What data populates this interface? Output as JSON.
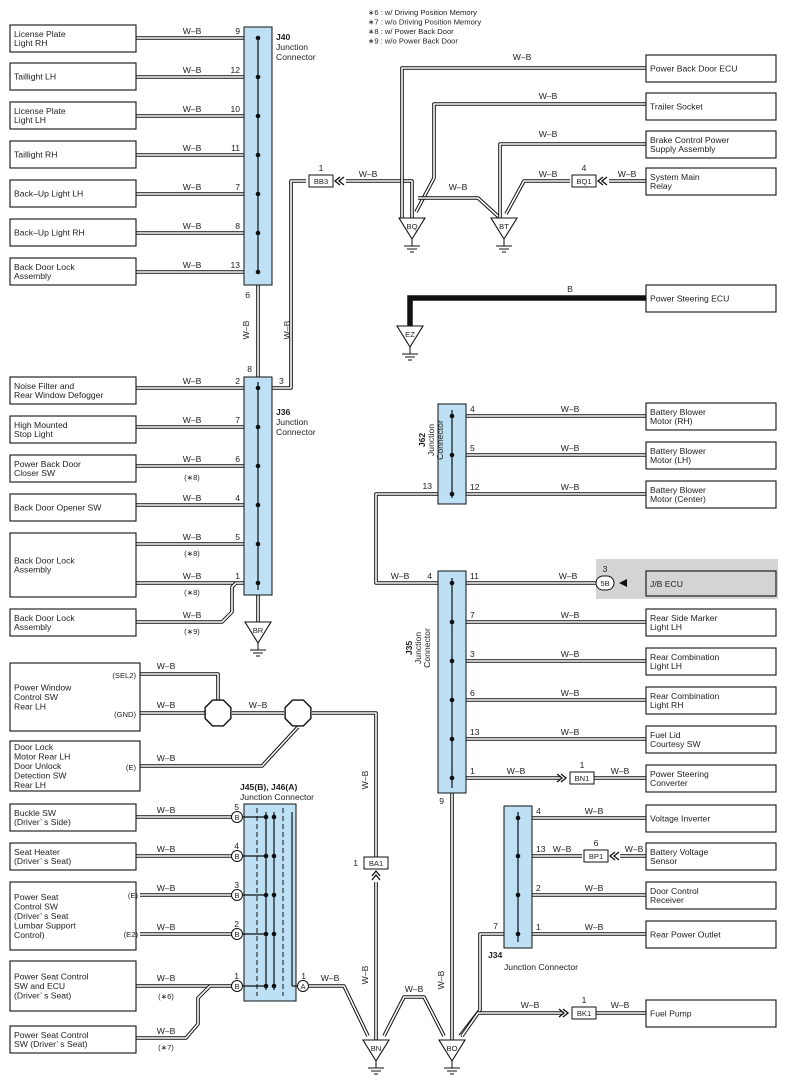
{
  "notes": [
    "∗6 : w/ Driving Position Memory",
    "∗7 : w/o Driving Position Memory",
    "∗8 : w/ Power Back Door",
    "∗9 : w/o Power Back Door"
  ],
  "wire_color": "W–B",
  "wire_color_black": "B",
  "connectors": {
    "j40": {
      "id": "J40",
      "name": "Junction Connector",
      "bottom_pin": "6"
    },
    "j36": {
      "id": "J36",
      "name": "Junction Connector",
      "top_pin": "8",
      "pin3": "3"
    },
    "j62": {
      "id": "J62",
      "name": "Junction Connector",
      "pin13": "13"
    },
    "j35": {
      "id": "J35",
      "name": "Junction Connector",
      "pin4": "4",
      "bottom_pin": "9"
    },
    "j34": {
      "id": "J34",
      "name": "Junction Connector",
      "pin7": "7"
    },
    "j45": {
      "id": "J45(B), J46(A)",
      "name": "Junction Connector",
      "pinA": "1"
    }
  },
  "j40_rows": [
    {
      "label": [
        "License Plate",
        "Light RH"
      ],
      "pin": "9"
    },
    {
      "label": [
        "Taillight LH"
      ],
      "pin": "12"
    },
    {
      "label": [
        "License Plate",
        "Light LH"
      ],
      "pin": "10"
    },
    {
      "label": [
        "Taillight RH"
      ],
      "pin": "11"
    },
    {
      "label": [
        "Back–Up Light LH"
      ],
      "pin": "7"
    },
    {
      "label": [
        "Back–Up Light RH"
      ],
      "pin": "8"
    },
    {
      "label": [
        "Back Door Lock",
        "Assembly"
      ],
      "pin": "13"
    }
  ],
  "j36_rows": [
    {
      "label": [
        "Noise Filter and",
        "Rear Window Defogger"
      ],
      "pin": "2",
      "note": ""
    },
    {
      "label": [
        "High Mounted",
        "Stop Light"
      ],
      "pin": "7",
      "note": ""
    },
    {
      "label": [
        "Power Back Door",
        "Closer SW"
      ],
      "pin": "6",
      "note": "(∗8)"
    },
    {
      "label": [
        "Back Door Opener SW"
      ],
      "pin": "4",
      "note": ""
    }
  ],
  "j36_lock": {
    "label": [
      "Back Door Lock",
      "Assembly"
    ],
    "pins": [
      "5",
      "1"
    ],
    "notes": [
      "(∗8)",
      "(∗8)"
    ]
  },
  "j36_lock2": {
    "label": [
      "Back Door Lock",
      "Assembly"
    ],
    "note": "(∗9)"
  },
  "right_top": [
    {
      "label": [
        "Power Back Door ECU"
      ]
    },
    {
      "label": [
        "Trailer Socket"
      ]
    },
    {
      "label": [
        "Brake Control Power",
        "Supply Assembly"
      ]
    },
    {
      "label": [
        "System Main",
        "Relay"
      ],
      "conn": "BQ1",
      "pin": "4"
    }
  ],
  "bb3": {
    "id": "BB3",
    "pin": "1"
  },
  "power_steering_ecu": [
    "Power Steering ECU"
  ],
  "j62_rows": [
    {
      "label": [
        "Battery Blower",
        "Motor (RH)"
      ],
      "pin": "4"
    },
    {
      "label": [
        "Battery Blower",
        "Motor (LH)"
      ],
      "pin": "5"
    },
    {
      "label": [
        "Battery Blower",
        "Motor (Center)"
      ],
      "pin": "12"
    }
  ],
  "jb_ecu": {
    "label": "J/B ECU",
    "conn": "5B",
    "pin": "3",
    "j35pin": "11"
  },
  "j35_rows": [
    {
      "label": [
        "Rear Side Marker",
        "Light LH"
      ],
      "pin": "7"
    },
    {
      "label": [
        "Rear Combination",
        "Light LH"
      ],
      "pin": "3"
    },
    {
      "label": [
        "Rear Combination",
        "Light RH"
      ],
      "pin": "6"
    },
    {
      "label": [
        "Fuel Lid",
        "Courtesy SW"
      ],
      "pin": "13"
    },
    {
      "label": [
        "Power Steering",
        "Converter"
      ],
      "pin": "1",
      "conn": "BN1",
      "cpin": "1"
    }
  ],
  "j34_rows": [
    {
      "label": [
        "Voltage Inverter"
      ],
      "pin": "4"
    },
    {
      "label": [
        "Battery Voltage",
        "Sensor"
      ],
      "pin": "13",
      "conn": "BP1",
      "cpin": "6"
    },
    {
      "label": [
        "Door Control",
        "Receiver"
      ],
      "pin": "2"
    },
    {
      "label": [
        "Rear Power Outlet"
      ],
      "pin": "1"
    }
  ],
  "fuel_pump": {
    "label": [
      "Fuel Pump"
    ],
    "conn": "BK1",
    "pin": "1"
  },
  "pw_sw": {
    "label": [
      "Power Window",
      "Control SW",
      "Rear LH"
    ],
    "sel2": "(SEL2)",
    "gnd": "(GND)"
  },
  "door_lock": {
    "label": [
      "Door Lock",
      "Motor Rear LH",
      "Door Unlock",
      "Detection SW",
      "Rear LH"
    ],
    "e": "(E)"
  },
  "j45_rows": [
    {
      "label": [
        "Buckle SW",
        "(Driver’ s Side)"
      ],
      "pin": "5",
      "letter": "B",
      "tag": ""
    },
    {
      "label": [
        "Seat Heater",
        "(Driver’ s Seat)"
      ],
      "pin": "4",
      "letter": "B",
      "tag": ""
    }
  ],
  "lumbar": {
    "label": [
      "Power Seat",
      "Control SW",
      "(Driver’ s Seat",
      " Lumbar Support",
      "Control)"
    ],
    "pins": [
      "3",
      "2"
    ],
    "tags": [
      "(E)",
      "(E2)"
    ],
    "letter": "B"
  },
  "seat_ecu": {
    "label": [
      "Power Seat Control",
      "SW and ECU",
      "(Driver’ s Seat)"
    ],
    "pin": "1",
    "letter": "B",
    "note": "(∗6)"
  },
  "seat_sw": {
    "label": [
      "Power Seat Control",
      "SW (Driver’ s Seat)"
    ],
    "note": "(∗7)"
  },
  "ba1": {
    "id": "BA1",
    "pin": "1"
  },
  "grounds": {
    "bq": "BQ",
    "bt": "BT",
    "ez": "EZ",
    "br": "BR",
    "bn": "BN",
    "bo": "BO"
  },
  "letter_a": "A",
  "colors": {
    "connector_fill": "#bde0f4",
    "jb_ecu_shade": "#d4d4d4"
  }
}
